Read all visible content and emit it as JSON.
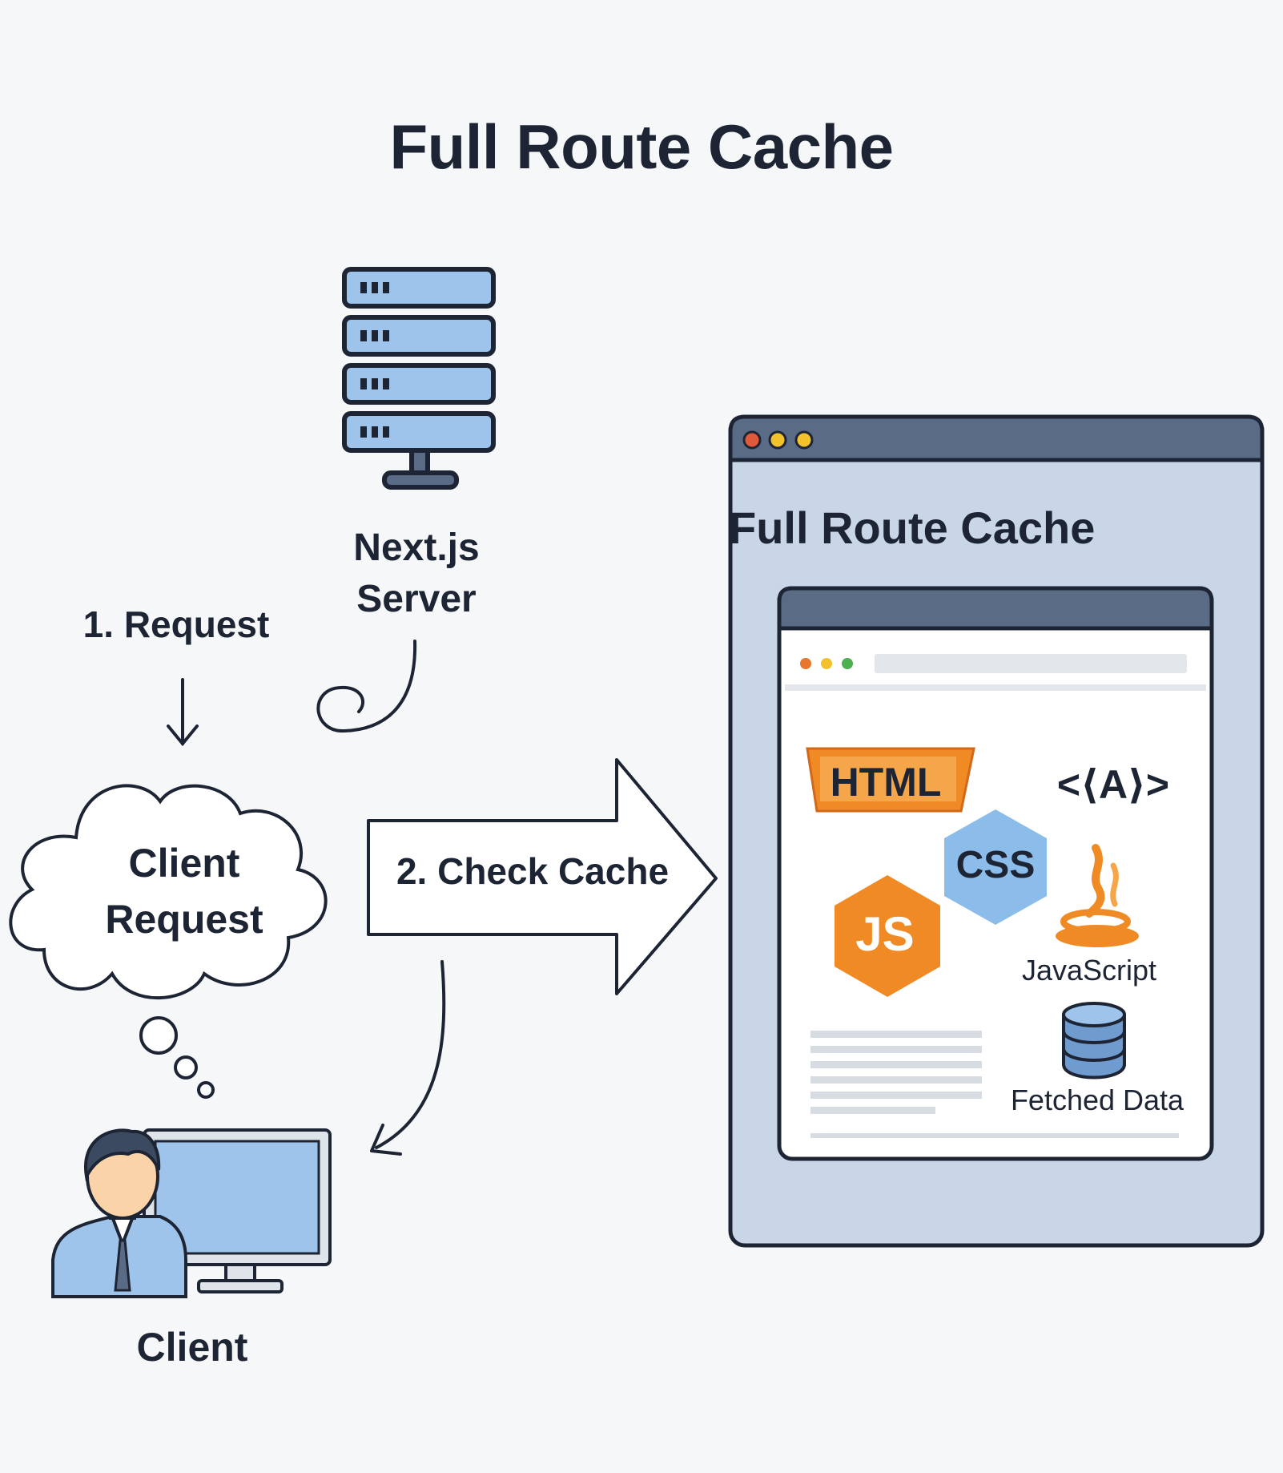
{
  "title": "Full Route Cache",
  "server": {
    "label": "Next.js Server",
    "icon": "server-rack-icon"
  },
  "step1": {
    "label": "1. Request"
  },
  "cloud": {
    "label": "Client Request"
  },
  "step2": {
    "label": "2. Check Cache"
  },
  "client": {
    "label": "Client",
    "icon": "user-at-computer-icon"
  },
  "cache_window": {
    "title": "Full Route Cache",
    "items": {
      "html": "HTML",
      "code": "<⟨A⟩>",
      "css": "CSS",
      "js": "JS",
      "javascript": "JavaScript",
      "fetched": "Fetched Data"
    }
  },
  "colors": {
    "ink": "#1d2433",
    "blue_fill": "#9ec4ec",
    "window_fill": "#c9d6e8",
    "window_bar": "#5a6b86",
    "orange": "#f08a24",
    "css_blue": "#8cbcea"
  }
}
